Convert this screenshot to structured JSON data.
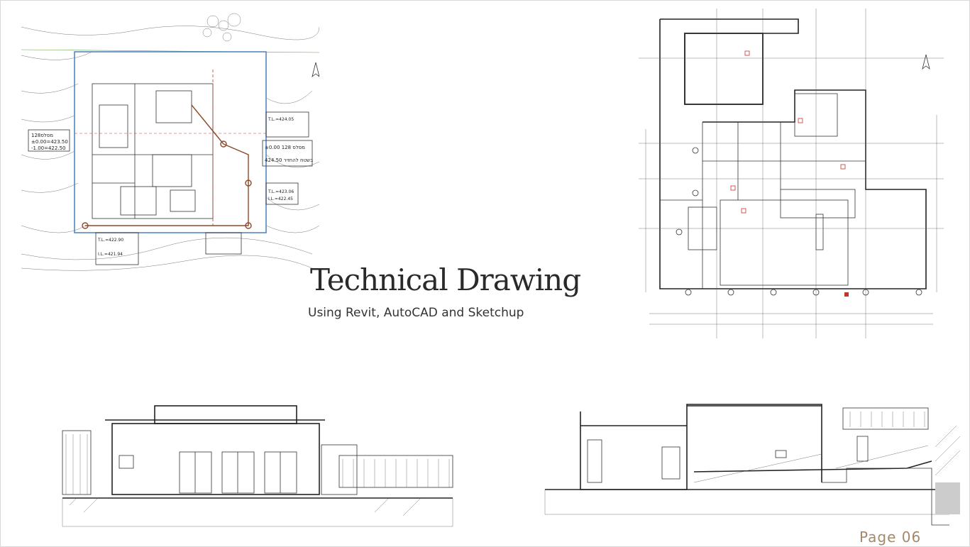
{
  "title": "Technical Drawing",
  "subtitle": "Using Revit, AutoCAD and Sketchup",
  "page_label": "Page 06",
  "colors": {
    "accent": "#a3896b",
    "title": "#2a2a2a",
    "plan_blue": "#4a7fc1",
    "plan_red": "#c9302c",
    "section_brown": "#8b4a2b"
  },
  "site_plan_labels": {
    "level_a": "128מפלס",
    "level_b": "±0.00=423.50",
    "level_c": "-1.00=422.50",
    "note": "מפלס 128 ±0.00",
    "note2": "424.50 בשטח להחזיר",
    "spot1": "T.L.=424.05",
    "spot2": "T.L.=423.06",
    "spot3": "I.L.=422.45",
    "spot4": "T.L.=422.90",
    "spot5": "I.L.=421.94"
  }
}
